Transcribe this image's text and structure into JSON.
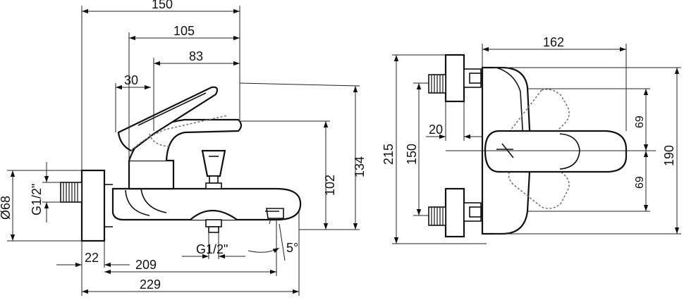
{
  "colors": {
    "line": "#111111",
    "ghost": "#777777",
    "background": "#ffffff"
  },
  "side_view": {
    "dim_150": "150",
    "dim_105": "105",
    "dim_83": "83",
    "dim_30": "30",
    "dim_134": "134",
    "dim_102": "102",
    "dim_d68": "Ø68",
    "dim_g12_wall": "G1/2\"",
    "dim_g12_outlet": "G1/2\"",
    "dim_22": "22",
    "dim_209": "209",
    "dim_229": "229",
    "dim_angle": "5°"
  },
  "front_view": {
    "dim_162": "162",
    "dim_215": "215",
    "dim_150": "150",
    "dim_20": "20",
    "dim_69_top": "69",
    "dim_69_bottom": "69",
    "dim_190": "190"
  }
}
